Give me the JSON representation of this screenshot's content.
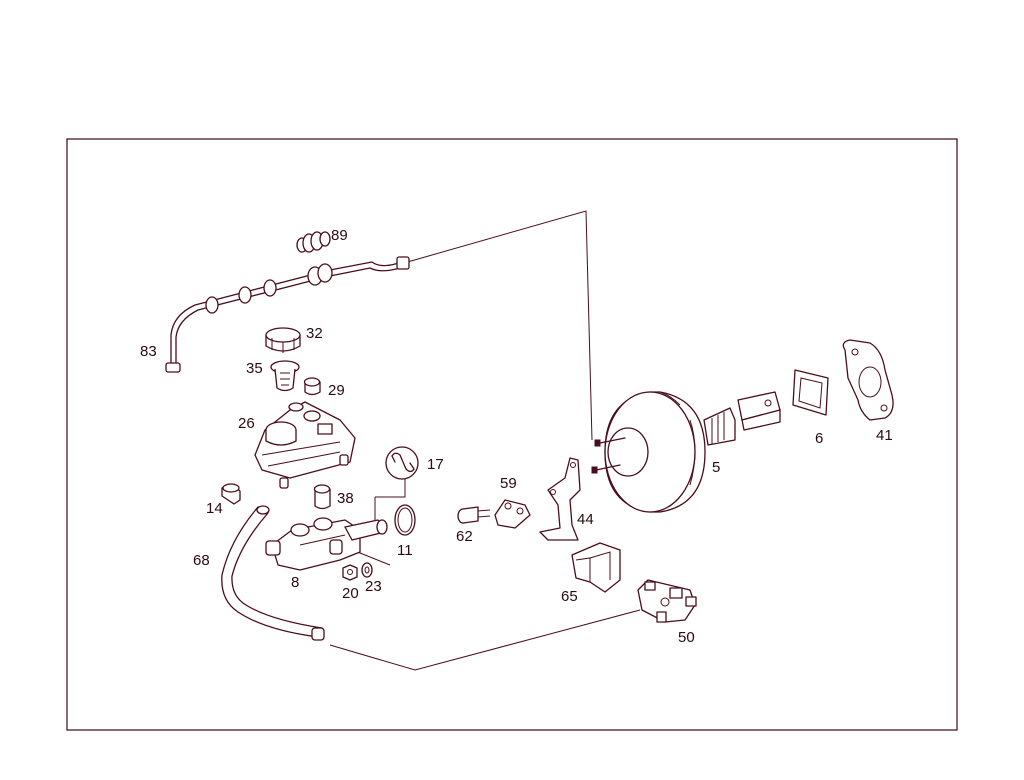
{
  "colors": {
    "line": "#4a0d1c",
    "text": "#2a0a10",
    "background": "#ffffff"
  },
  "callouts": {
    "c5": "5",
    "c6": "6",
    "c8": "8",
    "c11": "11",
    "c14": "14",
    "c17": "17",
    "c20": "20",
    "c23": "23",
    "c26": "26",
    "c29": "29",
    "c32": "32",
    "c35": "35",
    "c38": "38",
    "c41": "41",
    "c44": "44",
    "c50": "50",
    "c59": "59",
    "c62": "62",
    "c65": "65",
    "c68": "68",
    "c83": "83",
    "c89": "89"
  },
  "icons": {
    "wrench": "wrench-icon"
  }
}
